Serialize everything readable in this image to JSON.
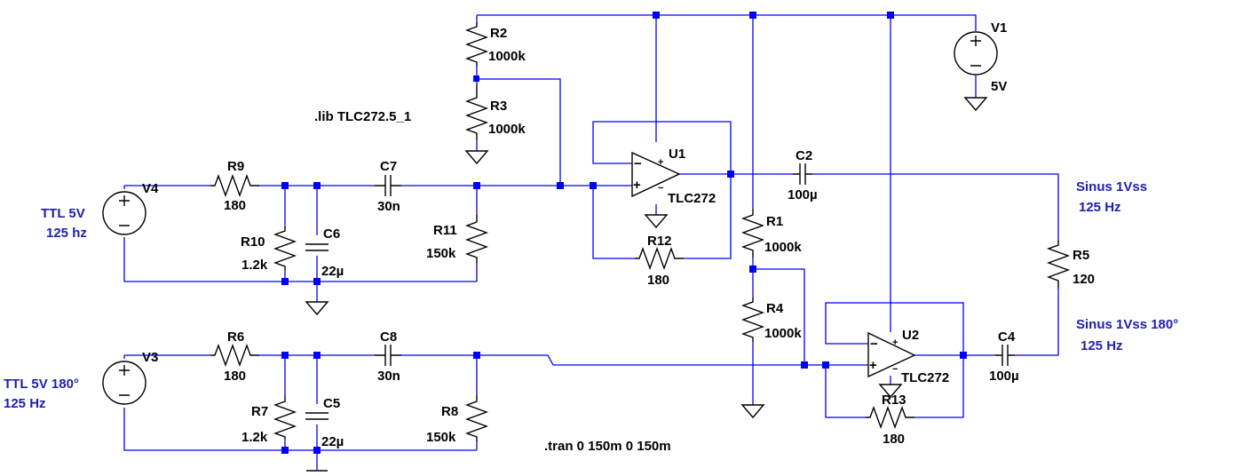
{
  "directives": {
    "lib": ".lib TLC272.5_1",
    "tran": ".tran 0 150m 0 150m"
  },
  "components": {
    "V1": {
      "name": "V1",
      "value": "5V"
    },
    "V3": {
      "name": "V3"
    },
    "V4": {
      "name": "V4"
    },
    "R1": {
      "name": "R1",
      "value": "1000k"
    },
    "R2": {
      "name": "R2",
      "value": "1000k"
    },
    "R3": {
      "name": "R3",
      "value": "1000k"
    },
    "R4": {
      "name": "R4",
      "value": "1000k"
    },
    "R5": {
      "name": "R5",
      "value": "120"
    },
    "R6": {
      "name": "R6",
      "value": "180"
    },
    "R7": {
      "name": "R7",
      "value": "1.2k"
    },
    "R8": {
      "name": "R8",
      "value": "150k"
    },
    "R9": {
      "name": "R9",
      "value": "180"
    },
    "R10": {
      "name": "R10",
      "value": "1.2k"
    },
    "R11": {
      "name": "R11",
      "value": "150k"
    },
    "R12": {
      "name": "R12",
      "value": "180"
    },
    "R13": {
      "name": "R13",
      "value": "180"
    },
    "C2": {
      "name": "C2",
      "value": "100µ"
    },
    "C4": {
      "name": "C4",
      "value": "100µ"
    },
    "C5": {
      "name": "C5",
      "value": "22µ"
    },
    "C6": {
      "name": "C6",
      "value": "22µ"
    },
    "C7": {
      "name": "C7",
      "value": "30n"
    },
    "C8": {
      "name": "C8",
      "value": "30n"
    },
    "U1": {
      "name": "U1",
      "value": "TLC272"
    },
    "U2": {
      "name": "U2",
      "value": "TLC272"
    }
  },
  "annotations": {
    "v4_line1": "TTL 5V",
    "v4_line2": "125 hz",
    "v3_line1": "TTL 5V 180°",
    "v3_line2": "125 Hz",
    "out1_line1": "Sinus 1Vss",
    "out1_line2": "125 Hz",
    "out2_line1": "Sinus 1Vss 180°",
    "out2_line2": "125 Hz"
  },
  "colors": {
    "wire": "#0000ff",
    "component": "#000000",
    "annotation": "#1f1fb0",
    "background": "#ffffff"
  }
}
